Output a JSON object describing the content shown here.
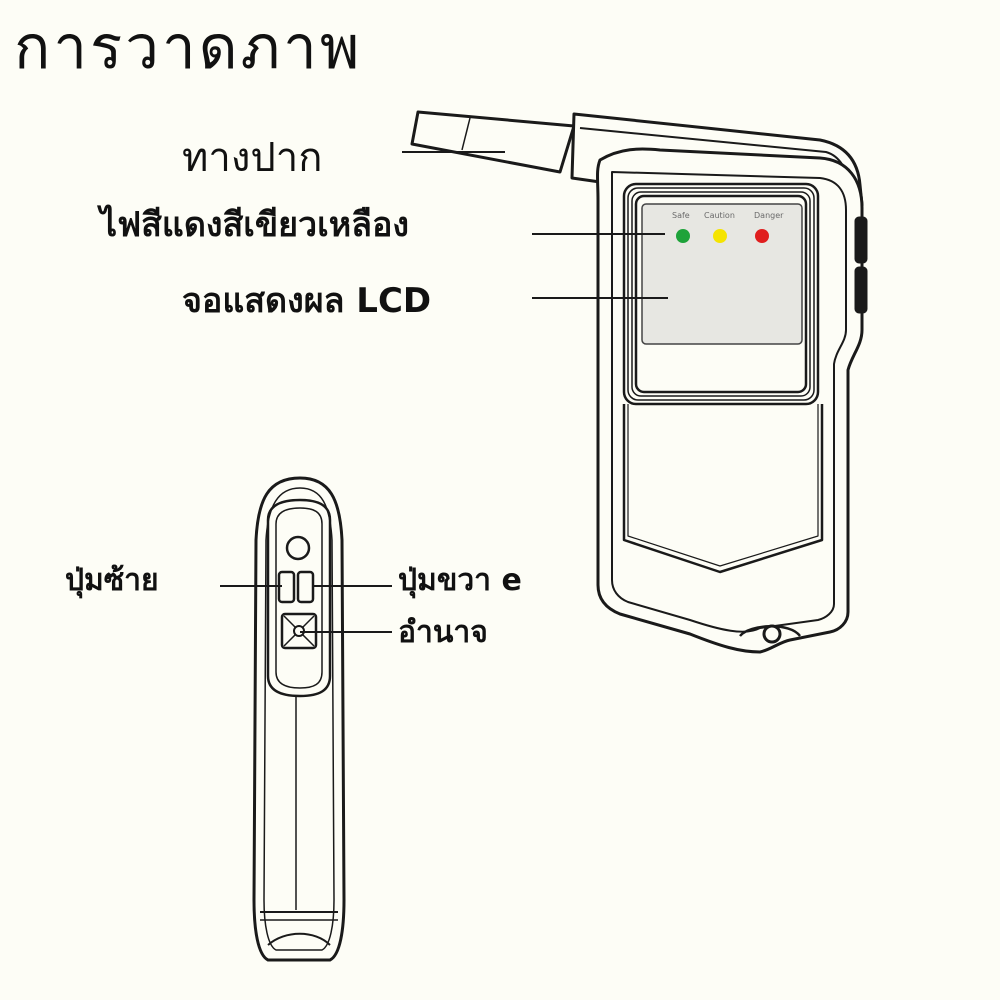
{
  "title": "การวาดภาพ",
  "labels": {
    "mouthpiece": "ทางปาก",
    "lights": "ไฟสีแดงสีเขียวเหลือง",
    "lcd": "จอแสดงผล LCD",
    "left_button": "ปุ่มซ้าย",
    "right_button": "ปุ่มขวา e",
    "power": "อำนาจ"
  },
  "screen_labels": [
    "Safe",
    "Caution",
    "Danger"
  ],
  "colors": {
    "led_green": "#1ea33a",
    "led_yellow": "#f5e400",
    "led_red": "#e01e1e",
    "lcd": "#e7e7e2",
    "outline": "#1a1a1a"
  }
}
